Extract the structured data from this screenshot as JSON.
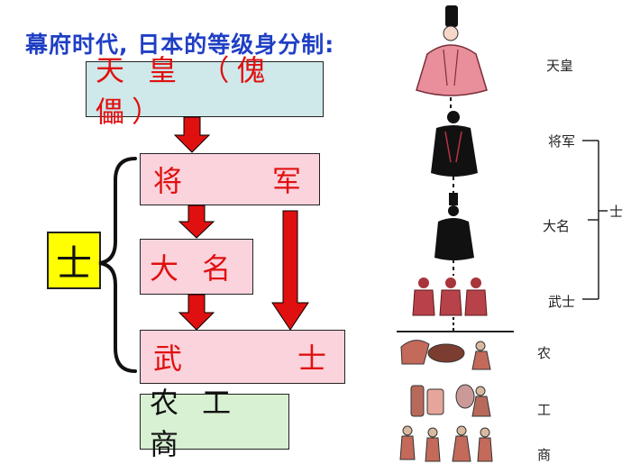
{
  "title": "幕府时代, 日本的等级身分制:",
  "boxes": {
    "emperor": "天 皇 （傀 儡）",
    "shogun_left": "将",
    "shogun_right": "军",
    "daimyo": "大 名",
    "samurai_left": "武",
    "samurai_right": "士",
    "commoners": "农 工 商"
  },
  "bracket_label": "士",
  "right_panel": {
    "labels": {
      "emperor": "天皇",
      "shogun": "将军",
      "daimyo": "大名",
      "samurai": "武士",
      "farmers": "农",
      "artisans": "工",
      "merchants": "商"
    },
    "bracket_label": "士"
  },
  "colors": {
    "title": "#1f3fc4",
    "box_text": "#e01010",
    "arrow": "#e01010",
    "pink_box": "#fbd3dc",
    "blue_box": "#cfe8ea",
    "green_box": "#d7f1d2",
    "shi_box": "#ffff00"
  }
}
